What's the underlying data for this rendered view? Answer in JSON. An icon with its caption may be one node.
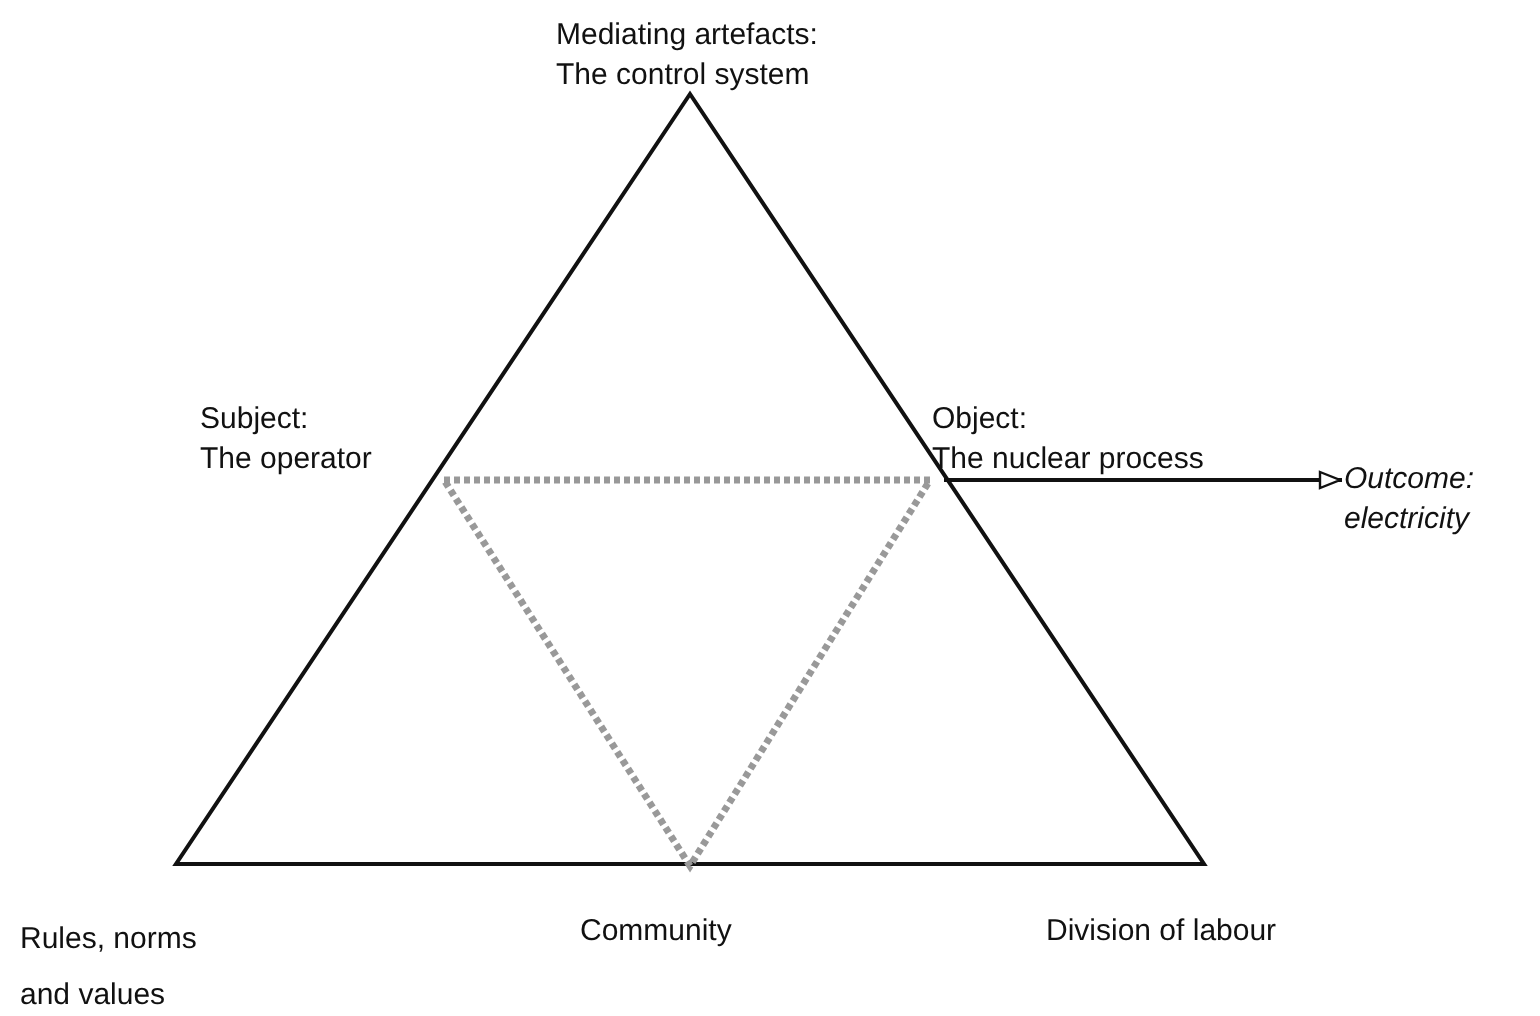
{
  "diagram": {
    "nodes": [
      {
        "text": [
          "Mediating artefacts:",
          "The control system"
        ]
      },
      {
        "text": [
          "Subject:",
          "The operator"
        ]
      },
      {
        "text": [
          "Object:",
          "The nuclear process"
        ]
      },
      {
        "text": [
          "Outcome:",
          "electricity"
        ]
      },
      {
        "text": [
          "Rules, norms and values"
        ]
      },
      {
        "text": [
          "Community"
        ]
      },
      {
        "text": [
          "Division of labour"
        ]
      }
    ],
    "edges": [
      {
        "from": 2,
        "to": 3,
        "arrow": "to"
      }
    ]
  }
}
